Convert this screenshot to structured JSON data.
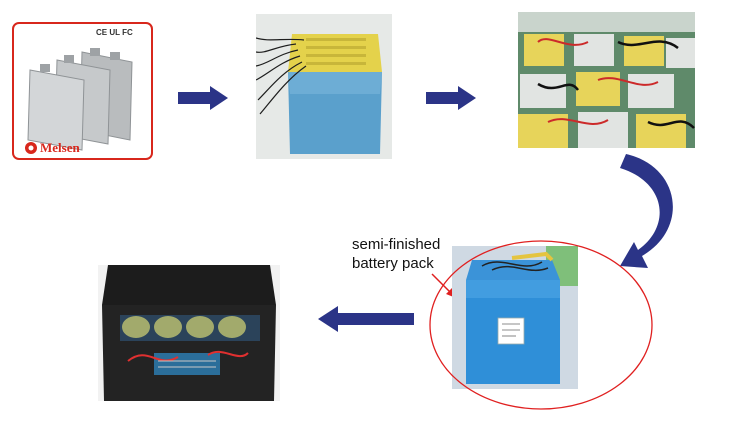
{
  "step1": {
    "brand": "Melsen",
    "cert_marks": "CE UL FC"
  },
  "step4": {
    "annotation_line1": "semi-finished",
    "annotation_line2": "battery pack"
  },
  "colors": {
    "arrow": "#2b3487",
    "ellipse": "#e02020",
    "pack_blue": "#2f8fd8",
    "tape_yellow": "#e8d24a",
    "brand_red": "#d8271c"
  }
}
